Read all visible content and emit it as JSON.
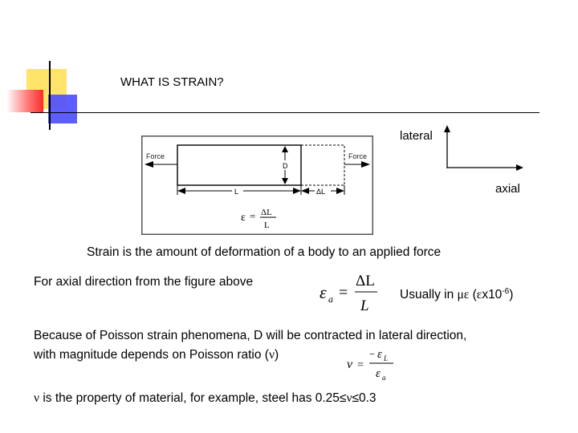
{
  "slide": {
    "title": "WHAT IS STRAIN?",
    "description": "Strain is the amount of deformation of a body to an applied force",
    "axial_intro": "For axial direction from the figure above",
    "units": {
      "prefix": "Usually in ",
      "mu_epsilon": "με",
      "open": " (",
      "epsilon": "ε",
      "x10": "x10",
      "exp": "-6",
      "close": ")"
    },
    "poisson_line1": "Because of Poisson strain phenomena, D will be contracted in lateral direction,",
    "poisson_line2_prefix": "with magnitude depends on Poisson ratio (",
    "poisson_line2_nu": "ν",
    "poisson_line2_suffix": ")",
    "property": {
      "nu": "ν",
      "text": " is the property of material, for example, steel has 0.25≤",
      "nu2": "ν",
      "end": "≤0.3"
    }
  },
  "axes": {
    "lateral": "lateral",
    "axial": "axial"
  },
  "figure": {
    "force_left": "Force",
    "force_right": "Force",
    "label_D": "D",
    "label_L": "L",
    "label_dL": "ΔL",
    "formula": {
      "epsilon": "ε",
      "equals": "=",
      "numerator": "ΔL",
      "denominator": "L"
    }
  },
  "eq_axial": {
    "epsilon": "ε",
    "subscript": "a",
    "equals": "=",
    "numerator": "ΔL",
    "denominator": "L"
  },
  "eq_poisson": {
    "nu": "ν",
    "equals": "=",
    "minus": "−",
    "num_eps": "ε",
    "num_sub": "L",
    "den_eps": "ε",
    "den_sub": "a"
  }
}
